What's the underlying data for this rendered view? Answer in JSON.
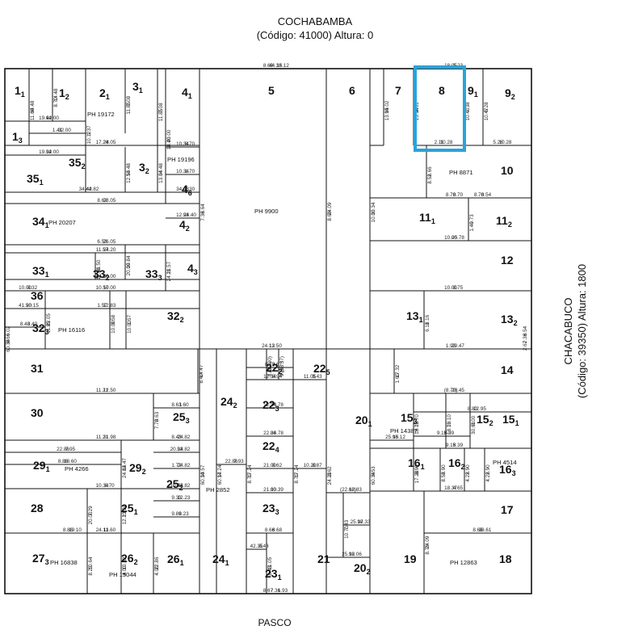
{
  "streets": {
    "top": {
      "name": "COCHABAMBA",
      "detail": "(Código: 41000) Altura: 0"
    },
    "right": {
      "name": "CHACABUCO",
      "detail": "(Código: 39350) Altura: 1800"
    },
    "bottom": {
      "name": "PASCO"
    }
  },
  "highlight": {
    "lot": "8",
    "color": "#29a3d9"
  },
  "lots": [
    {
      "n": "1",
      "s": "1"
    },
    {
      "n": "1",
      "s": "2"
    },
    {
      "n": "1",
      "s": "3"
    },
    {
      "n": "2",
      "s": "1"
    },
    {
      "n": "3",
      "s": "1"
    },
    {
      "n": "3",
      "s": "2"
    },
    {
      "n": "4",
      "s": "1"
    },
    {
      "n": "4",
      "s": "6"
    },
    {
      "n": "4",
      "s": "2"
    },
    {
      "n": "4",
      "s": "3"
    },
    {
      "n": "5",
      "s": ""
    },
    {
      "n": "6",
      "s": ""
    },
    {
      "n": "7",
      "s": ""
    },
    {
      "n": "8",
      "s": ""
    },
    {
      "n": "9",
      "s": "1"
    },
    {
      "n": "9",
      "s": "2"
    },
    {
      "n": "10",
      "s": ""
    },
    {
      "n": "11",
      "s": "1"
    },
    {
      "n": "11",
      "s": "2"
    },
    {
      "n": "12",
      "s": ""
    },
    {
      "n": "13",
      "s": "1"
    },
    {
      "n": "13",
      "s": "2"
    },
    {
      "n": "14",
      "s": ""
    },
    {
      "n": "15",
      "s": "3"
    },
    {
      "n": "15",
      "s": "2"
    },
    {
      "n": "15",
      "s": "1"
    },
    {
      "n": "16",
      "s": "1"
    },
    {
      "n": "16",
      "s": "2"
    },
    {
      "n": "16",
      "s": "3"
    },
    {
      "n": "17",
      "s": ""
    },
    {
      "n": "18",
      "s": ""
    },
    {
      "n": "19",
      "s": ""
    },
    {
      "n": "20",
      "s": "1"
    },
    {
      "n": "20",
      "s": "2"
    },
    {
      "n": "21",
      "s": ""
    },
    {
      "n": "22",
      "s": "2"
    },
    {
      "n": "22",
      "s": "5"
    },
    {
      "n": "22",
      "s": "3"
    },
    {
      "n": "22",
      "s": "4"
    },
    {
      "n": "23",
      "s": "3"
    },
    {
      "n": "23",
      "s": "1"
    },
    {
      "n": "24",
      "s": "2"
    },
    {
      "n": "24",
      "s": "1"
    },
    {
      "n": "25",
      "s": "3"
    },
    {
      "n": "25",
      "s": "2"
    },
    {
      "n": "25",
      "s": "1"
    },
    {
      "n": "26",
      "s": "2"
    },
    {
      "n": "26",
      "s": "1"
    },
    {
      "n": "27",
      "s": "3"
    },
    {
      "n": "28",
      "s": ""
    },
    {
      "n": "29",
      "s": "1"
    },
    {
      "n": "29",
      "s": "2"
    },
    {
      "n": "30",
      "s": ""
    },
    {
      "n": "31",
      "s": ""
    },
    {
      "n": "32",
      "s": "3"
    },
    {
      "n": "32",
      "s": "2"
    },
    {
      "n": "33",
      "s": "1"
    },
    {
      "n": "33",
      "s": "2"
    },
    {
      "n": "33",
      "s": "3"
    },
    {
      "n": "34",
      "s": "1"
    },
    {
      "n": "35",
      "s": "1"
    },
    {
      "n": "35",
      "s": "2"
    },
    {
      "n": "36",
      "s": ""
    }
  ],
  "ph_labels": [
    "PH 19172",
    "PH 19196",
    "PH 20207",
    "PH 9900",
    "PH 8871",
    "PH 16116",
    "PH 14387",
    "PH 4514",
    "PH 4266",
    "PH 2852",
    "PH 12863",
    "PH 16838",
    "PH 15044"
  ],
  "dims": [
    "8.68",
    "8.54",
    "8.67",
    "6.02",
    "8.64",
    "24.09",
    "10.34",
    "8.62",
    "6.53",
    "10.57",
    "17.24",
    "17.24",
    "17.24",
    "17.24",
    "8.62",
    "6.53",
    "10.57",
    "24.13",
    "11.21",
    "11.21",
    "10.34",
    "24.13",
    "34.48",
    "14.48",
    "1.37",
    "7.08",
    "7.08",
    "20.00",
    "14.48",
    "34.48",
    "10.34",
    "10.34",
    "34.48",
    "34.44",
    "19.94",
    "1.41",
    "19.94",
    "12.98",
    "11.57",
    "11.57",
    "14.50",
    "19.84",
    "41.50",
    "10.00",
    "41.50",
    "22.05",
    "1.57",
    "9.58",
    "1.57",
    "8.43",
    "14.47",
    "8.63",
    "8.63",
    "8.43",
    "14.47",
    "20.53",
    "1.72",
    "10.82",
    "7.29",
    "13.24",
    "9.33",
    "9.89",
    "10.64",
    "10.82",
    "22.86",
    "8.86",
    "8.86",
    "22.86",
    "22.86",
    "12.34",
    "12.34",
    "22.86",
    "21.00",
    "21.00",
    "8.66",
    "42.35",
    "11.05",
    "11.05",
    "10.20",
    "8.73",
    "(10.00)",
    "(18.37)",
    "(22.62)",
    "7.43",
    "25.98",
    "25.98",
    "18.05",
    "15.02",
    "2.61",
    "7.38",
    "5.28",
    "5.28",
    "2.11",
    "8.66",
    "8.70",
    "8.70",
    "9.73",
    "10.00",
    "10.00",
    "8.16",
    "1.93",
    "(8.70)",
    "18.70",
    "10.10",
    "8.00",
    "8.80",
    "9.15",
    "9.15",
    "8.90",
    "8.90",
    "8.90",
    "8.90",
    "18.37",
    "24.09",
    "8.66",
    "17.32",
    "25.98",
    "44.38",
    "7.36",
    "7.36",
    "8.66",
    "7.36",
    "8.66",
    "10.00",
    "24.23",
    "60.34",
    "60.34",
    "60.34",
    "8.70",
    "8.70",
    "28.05",
    "28.05",
    "26.05",
    "10.00",
    "12.50",
    "12.50",
    "31.98",
    "8.70",
    "11.60",
    "11.60",
    "8.70",
    "10.12",
    "11.85",
    "11.85",
    "18.40",
    "12.50",
    "13.04",
    "8.70",
    "1.70",
    "1.30",
    "42.82",
    "42.00",
    "32.00",
    "32.00",
    "24.40",
    "24.20",
    "24.20",
    "20.00",
    "20.00",
    "11.98",
    "8.32",
    "20.15",
    "11.85",
    "12.83",
    "10.00",
    "10.00",
    "8.40",
    "8.40",
    "7.78",
    "1.60",
    "24.82",
    "24.82",
    "24.82",
    "24.82",
    "44.82",
    "20.00",
    "12.23",
    "12.23",
    "8.23",
    "8.23",
    "4.00",
    "4.00",
    "19.10",
    "18.60",
    "7.95",
    "7.93",
    "8.94",
    "34.78",
    "34.78",
    "8.62",
    "10.39",
    "8.68",
    "8.43",
    "8.43",
    "8.43",
    "8.87",
    "8.67",
    "8.14",
    "9.14",
    "10.83",
    "10.70",
    "17.33",
    "12.06",
    "1.23",
    "13.94",
    "13.94",
    "10.40",
    "10.47",
    "10.28",
    "10.28",
    "8.52",
    "8.54",
    "8.70",
    "1.40",
    "25.78",
    "8.75",
    "6.11",
    "29.47",
    "28.45",
    "18.75",
    "18.75",
    "30.61",
    "12.95",
    "8.39",
    "8.39",
    "17.28",
    "8.58",
    "4.22",
    "4.22",
    "4.65",
    "8.76",
    "38.61",
    "1.60",
    "15.12",
    "15.12",
    "2.62",
    "1.93",
    "60.34"
  ]
}
